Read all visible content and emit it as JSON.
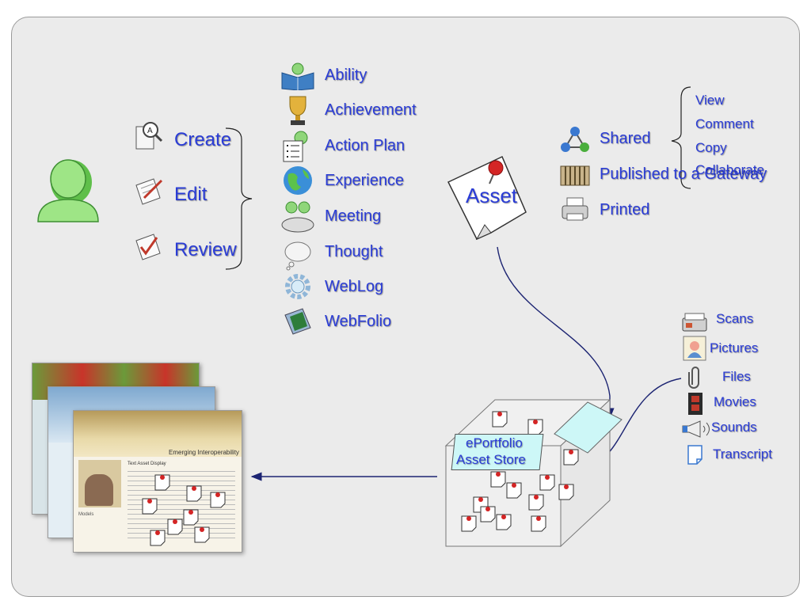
{
  "actions": {
    "create": "Create",
    "edit": "Edit",
    "review": "Review"
  },
  "asset_types": {
    "ability": "Ability",
    "achievement": "Achievement",
    "action_plan": "Action Plan",
    "experience": "Experience",
    "meeting": "Meeting",
    "thought": "Thought",
    "weblog": "WebLog",
    "webfolio": "WebFolio"
  },
  "asset": {
    "label": "Asset"
  },
  "distribution": {
    "shared": "Shared",
    "published": "Published to a Gateway",
    "printed": "Printed"
  },
  "shared_options": {
    "view": "View",
    "comment": "Comment",
    "copy": "Copy",
    "collaborate": "Collaborate"
  },
  "inputs": {
    "scans": "Scans",
    "pictures": "Pictures",
    "files": "Files",
    "movies": "Movies",
    "sounds": "Sounds",
    "transcript": "Transcript"
  },
  "store": {
    "line1": "ePortfolio",
    "line2": "Asset Store"
  },
  "webfolio_preview": {
    "title": "Emerging Interoperability",
    "heading": "Text Asset Display",
    "section": "Models"
  },
  "colors": {
    "label_text": "#2a3cd6",
    "connector": "#1c2472",
    "store_label_bg": "#cdf7f7",
    "slide_bg": "#ebebeb"
  }
}
